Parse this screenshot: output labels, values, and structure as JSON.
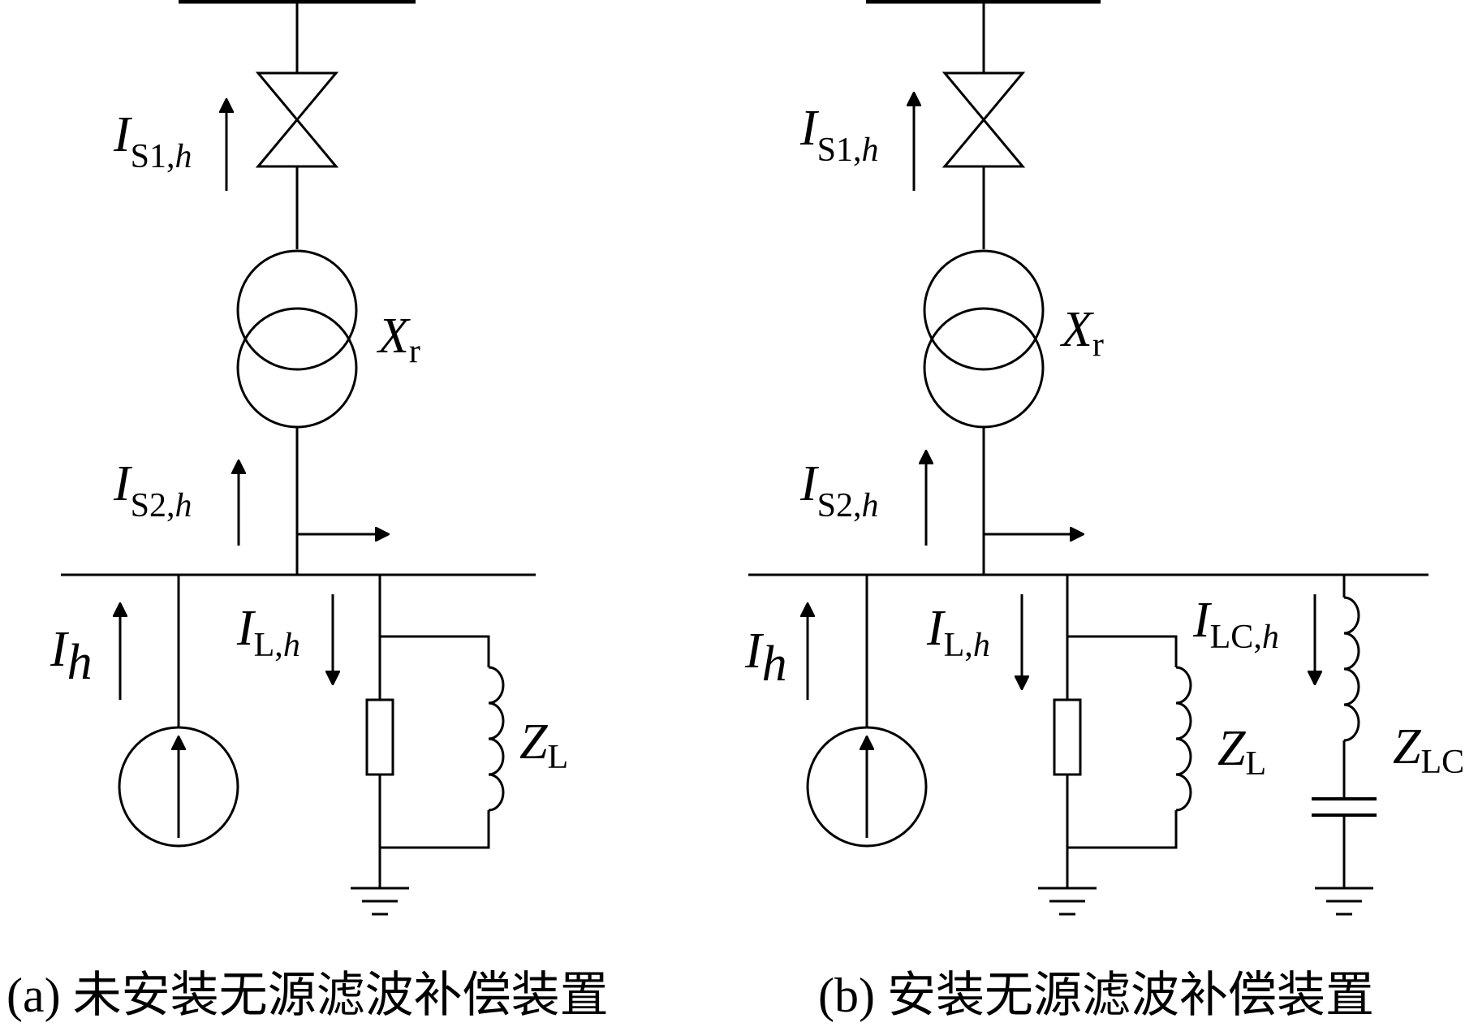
{
  "colors": {
    "stroke": "#000000",
    "background": "#ffffff"
  },
  "panel_a": {
    "caption": "(a) 未安装无源滤波补偿装置",
    "labels": {
      "is1": {
        "main": "I",
        "sub": "S1,",
        "sub_italic": "h"
      },
      "xr": {
        "main": "X",
        "sub": "r"
      },
      "is2": {
        "main": "I",
        "sub": "S2,",
        "sub_italic": "h"
      },
      "ih": {
        "main": "I",
        "sub_italic": "h"
      },
      "il": {
        "main": "I",
        "sub": "L,",
        "sub_italic": "h"
      },
      "zl": {
        "main": "Z",
        "sub": "L"
      }
    }
  },
  "panel_b": {
    "caption": "(b) 安装无源滤波补偿装置",
    "labels": {
      "is1": {
        "main": "I",
        "sub": "S1,",
        "sub_italic": "h"
      },
      "xr": {
        "main": "X",
        "sub": "r"
      },
      "is2": {
        "main": "I",
        "sub": "S2,",
        "sub_italic": "h"
      },
      "ih": {
        "main": "I",
        "sub_italic": "h"
      },
      "il": {
        "main": "I",
        "sub": "L,",
        "sub_italic": "h"
      },
      "zl": {
        "main": "Z",
        "sub": "L"
      },
      "ilc": {
        "main": "I",
        "sub": "LC,",
        "sub_italic": "h"
      },
      "zlc": {
        "main": "Z",
        "sub": "LC"
      }
    }
  }
}
